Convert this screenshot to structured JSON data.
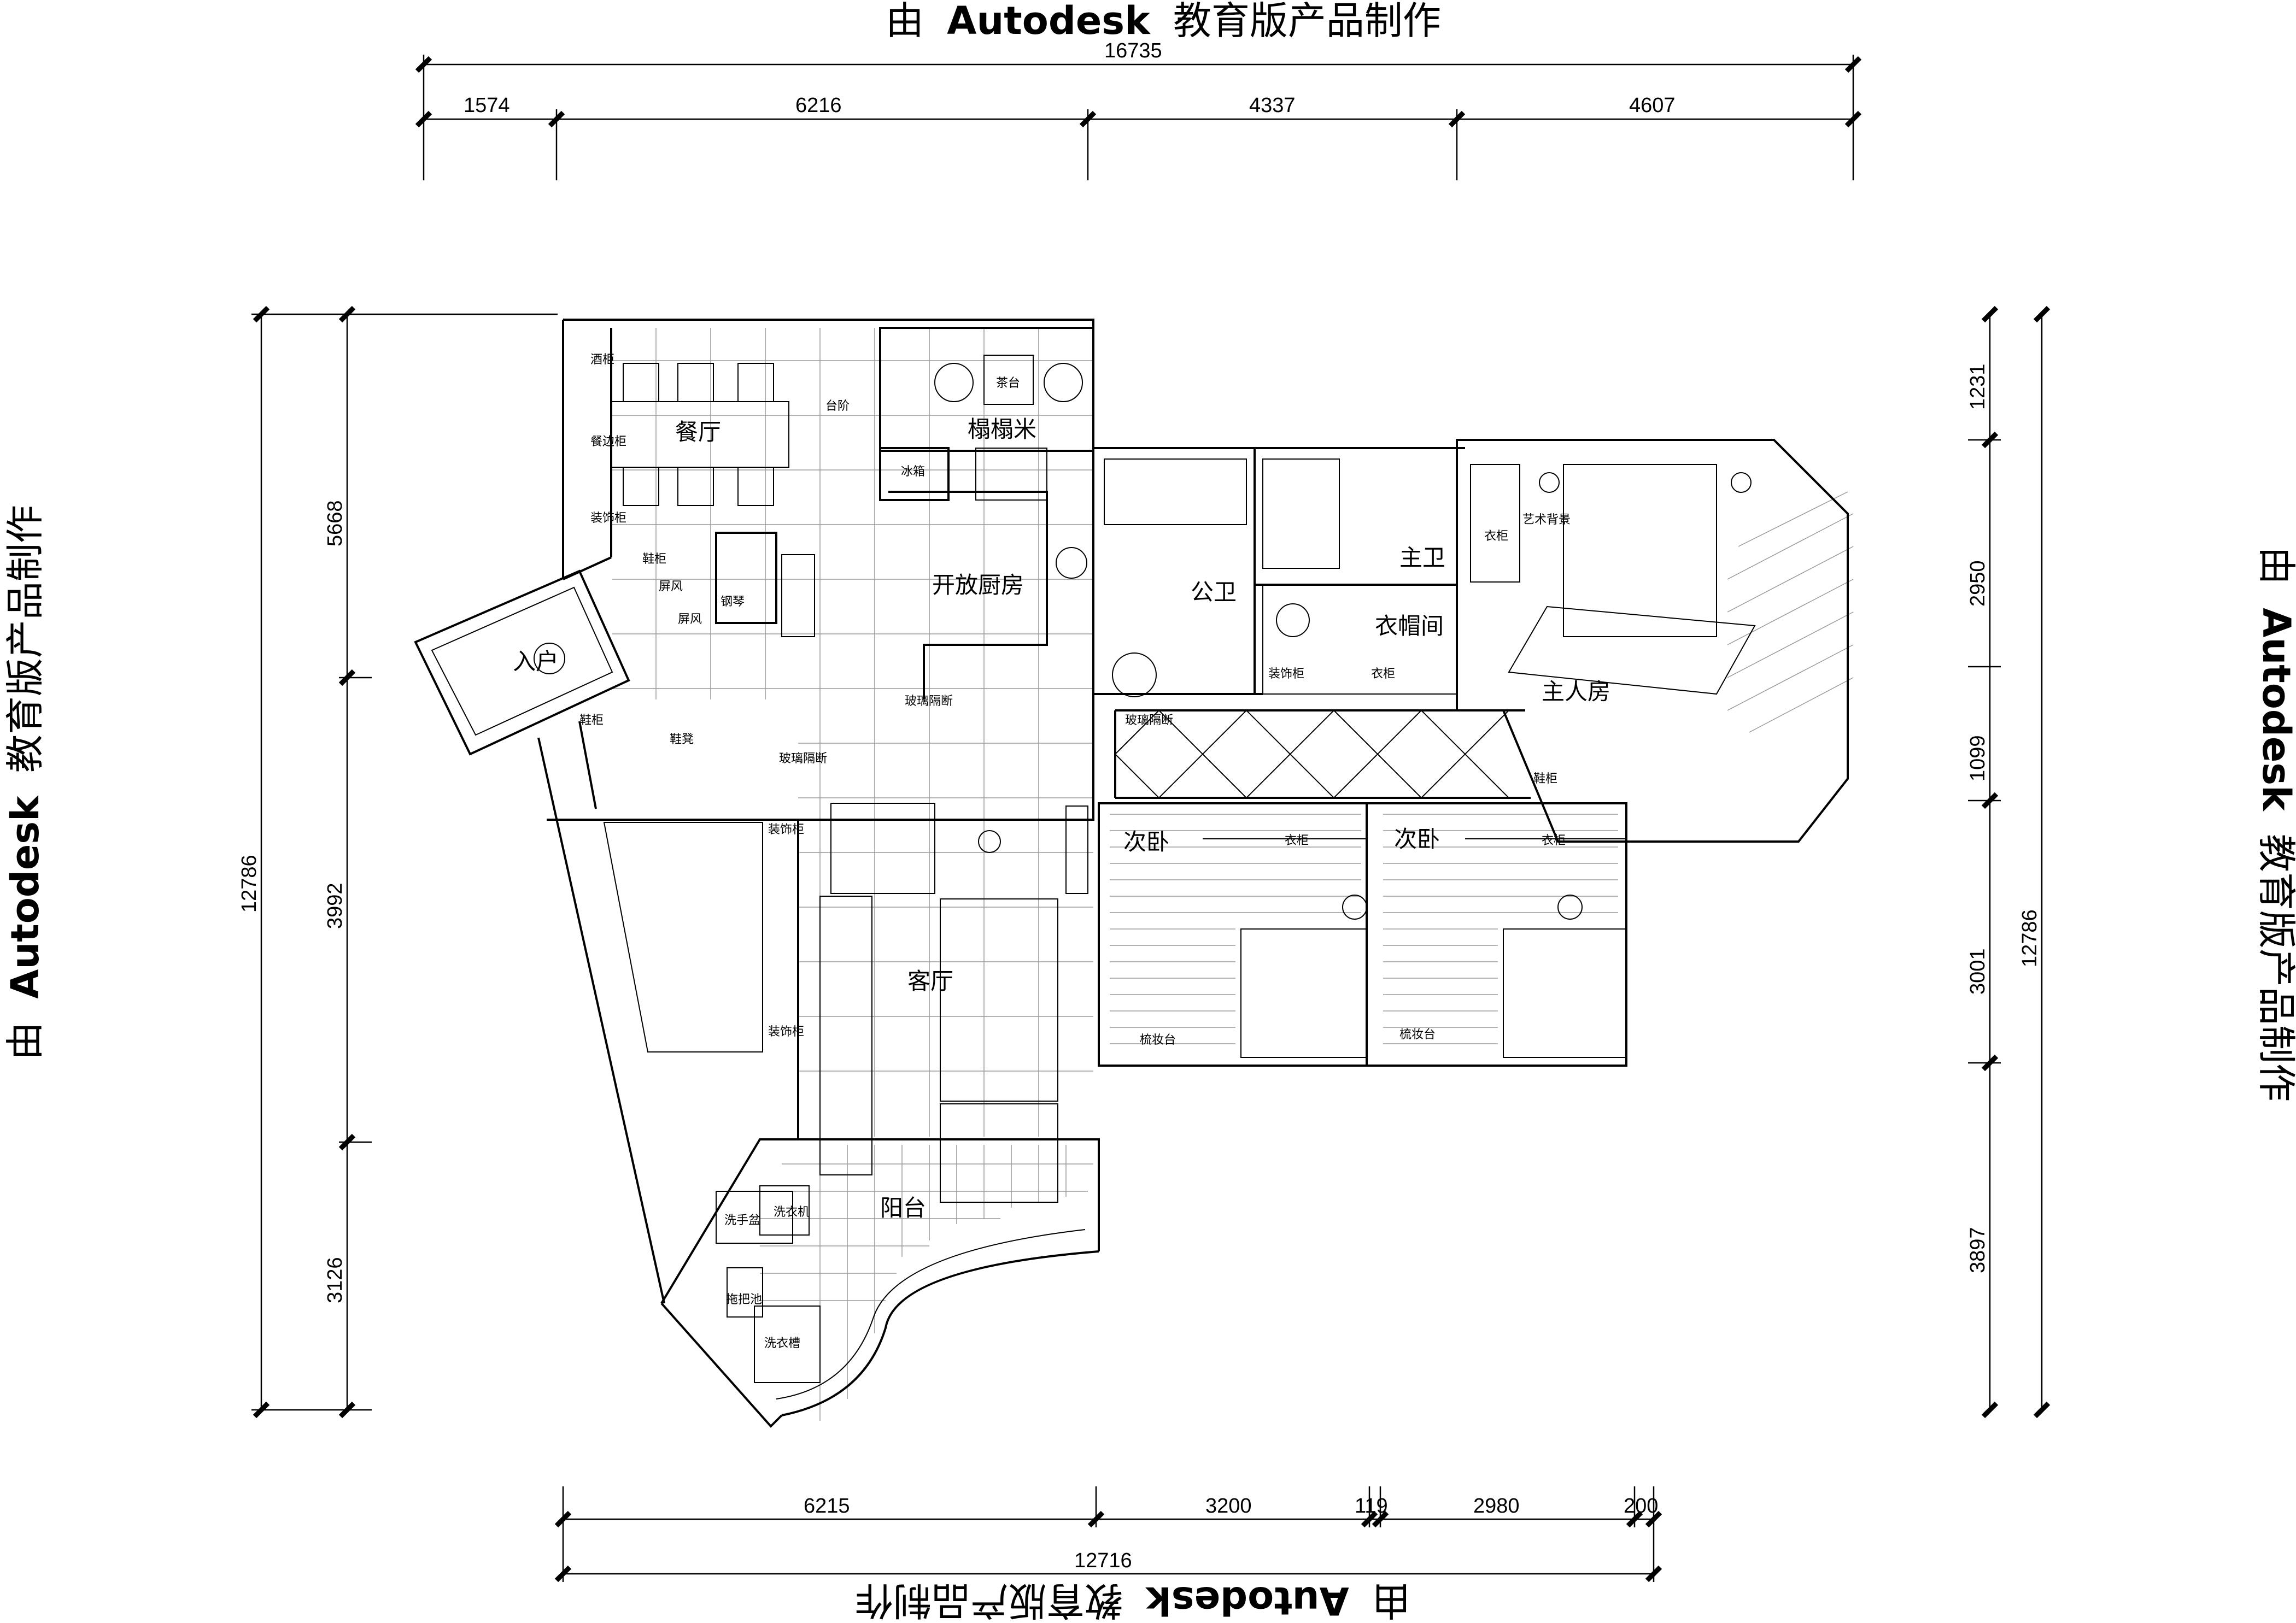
{
  "watermark": {
    "prefix": "由",
    "brand": "Autodesk",
    "suffix": "教育版产品制作"
  },
  "dimensions": {
    "top_total": "16735",
    "top": [
      "1574",
      "6216",
      "4337",
      "4607"
    ],
    "bottom": [
      "6215",
      "3200",
      "119",
      "2980",
      "200"
    ],
    "bottom_total": "12716",
    "left_total": "12786",
    "left": [
      "5668",
      "3992",
      "3126"
    ],
    "right_total": "12786",
    "right_outer": [
      "1231",
      "2950",
      "1099",
      "3001"
    ],
    "right_inner": "3897"
  },
  "rooms": {
    "dining": "餐厅",
    "tatami": "榻榻米",
    "kitchen": "开放厨房",
    "public_bath": "公卫",
    "master_bath": "主卫",
    "cloakroom": "衣帽间",
    "master_bedroom": "主人房",
    "entrance": "入户",
    "living": "客厅",
    "bedroom_a": "次卧",
    "bedroom_b": "次卧",
    "balcony": "阳台"
  },
  "labels": {
    "wine_cabinet": "酒柜",
    "sideboard": "餐边柜",
    "decor_cabinet": "装饰柜",
    "shoe_cabinet": "鞋柜",
    "screen_1": "屏风",
    "screen_2": "屏风",
    "piano": "钢琴",
    "glass_partition_1": "玻璃隔断",
    "glass_partition_2": "玻璃隔断",
    "glass_partition_3": "玻璃隔断",
    "platform": "台阶",
    "tea_table": "茶台",
    "fridge": "冰箱",
    "shoe_stool": "鞋凳",
    "shoe_cabinet_2": "鞋柜",
    "decor_cabinet_2": "装饰柜",
    "decor_cabinet_3": "装饰柜",
    "decor_cabinet_4": "装饰柜",
    "art_backdrop": "艺术背景",
    "wardrobe_1": "衣柜",
    "wardrobe_2": "衣柜",
    "wardrobe_3": "衣柜",
    "wardrobe_4": "衣柜",
    "shoe_cabinet_3": "鞋柜",
    "dresser_1": "梳妆台",
    "dresser_2": "梳妆台",
    "wash_basin": "洗手盆",
    "washer": "洗衣机",
    "mop_pool": "拖把池",
    "laundry_tub": "洗衣槽",
    "liquor": "酒柜"
  }
}
